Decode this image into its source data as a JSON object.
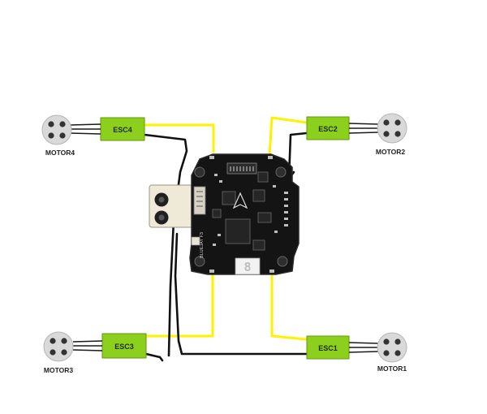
{
  "colors": {
    "background": "#ffffff",
    "esc_fill": "#8ccf1d",
    "esc_stroke": "#5f9a08",
    "signal_wire": "#fff200",
    "ground_wire": "#111111",
    "board": "#141414",
    "board_outline": "#2a2a2a",
    "motor_body": "#d9d9d9",
    "motor_hole": "#333333",
    "phase_wire": "#1a1a1a"
  },
  "motors": [
    {
      "id": "motor4",
      "label": "MOTOR4"
    },
    {
      "id": "motor2",
      "label": "MOTOR2"
    },
    {
      "id": "motor3",
      "label": "MOTOR3"
    },
    {
      "id": "motor1",
      "label": "MOTOR1"
    }
  ],
  "escs": [
    {
      "id": "esc4",
      "label": "ESC4"
    },
    {
      "id": "esc2",
      "label": "ESC2"
    },
    {
      "id": "esc3",
      "label": "ESC3"
    },
    {
      "id": "esc1",
      "label": "ESC1"
    }
  ],
  "board": {
    "silk_text": "BLUEJAY F3",
    "display_digit": "8",
    "icons": [
      "flight-controller-board-icon",
      "usb-connector-icon",
      "seven-segment-display-icon"
    ]
  }
}
